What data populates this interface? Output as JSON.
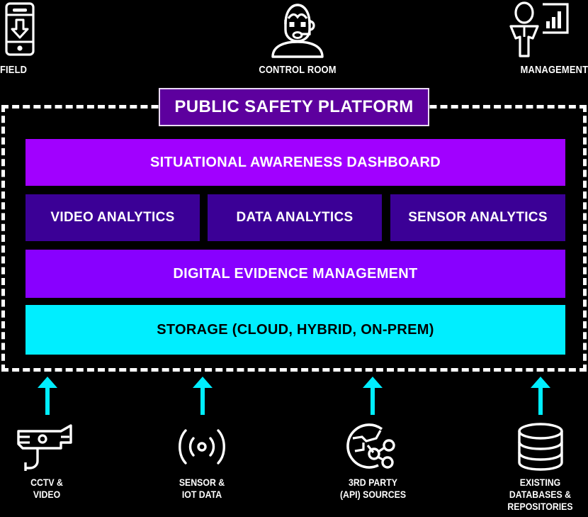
{
  "actors": [
    {
      "id": "field",
      "label": "FIELD",
      "icon": "mobile-download-icon"
    },
    {
      "id": "control",
      "label": "CONTROL ROOM",
      "icon": "headset-operator-icon"
    },
    {
      "id": "mgmt",
      "label": "MANAGEMENT",
      "icon": "manager-chart-icon"
    }
  ],
  "platform": {
    "banner_label": "PUBLIC SAFETY PLATFORM",
    "banner_fill": "#5D009E",
    "banner_border": "#EAD9F5",
    "frame_border_color": "#FFFFFF"
  },
  "layers": {
    "dashboard": {
      "label": "SITUATIONAL AWARENESS DASHBOARD",
      "fill": "#A100FF",
      "text_color": "#FFFFFF"
    },
    "analytics": [
      {
        "id": "video",
        "label": "VIDEO ANALYTICS",
        "fill": "#3B0096",
        "text_color": "#FFFFFF"
      },
      {
        "id": "data",
        "label": "DATA ANALYTICS",
        "fill": "#3B0096",
        "text_color": "#FFFFFF"
      },
      {
        "id": "sensor",
        "label": "SENSOR ANALYTICS",
        "fill": "#3B0096",
        "text_color": "#FFFFFF"
      }
    ],
    "evidence": {
      "label": "DIGITAL EVIDENCE MANAGEMENT",
      "fill": "#8800FF",
      "text_color": "#FFFFFF"
    },
    "storage": {
      "label": "STORAGE (CLOUD, HYBRID, ON-PREM)",
      "fill": "#00EEFF",
      "text_color": "#000000"
    }
  },
  "sources": [
    {
      "id": "cctv",
      "line1": "CCTV &",
      "line2": "VIDEO",
      "line3": "",
      "icon": "cctv-camera-icon"
    },
    {
      "id": "sensor",
      "line1": "SENSOR &",
      "line2": "IOT DATA",
      "line3": "",
      "icon": "wireless-signal-icon"
    },
    {
      "id": "api",
      "line1": "3RD PARTY",
      "line2": "(API) SOURCES",
      "line3": "",
      "icon": "globe-network-icon"
    },
    {
      "id": "db",
      "line1": "EXISTING",
      "line2": "DATABASES &",
      "line3": "REPOSITORIES",
      "icon": "database-stack-icon"
    }
  ],
  "arrows": {
    "color": "#00EEFF",
    "direction": "up",
    "count": 4
  },
  "background": "#000000"
}
